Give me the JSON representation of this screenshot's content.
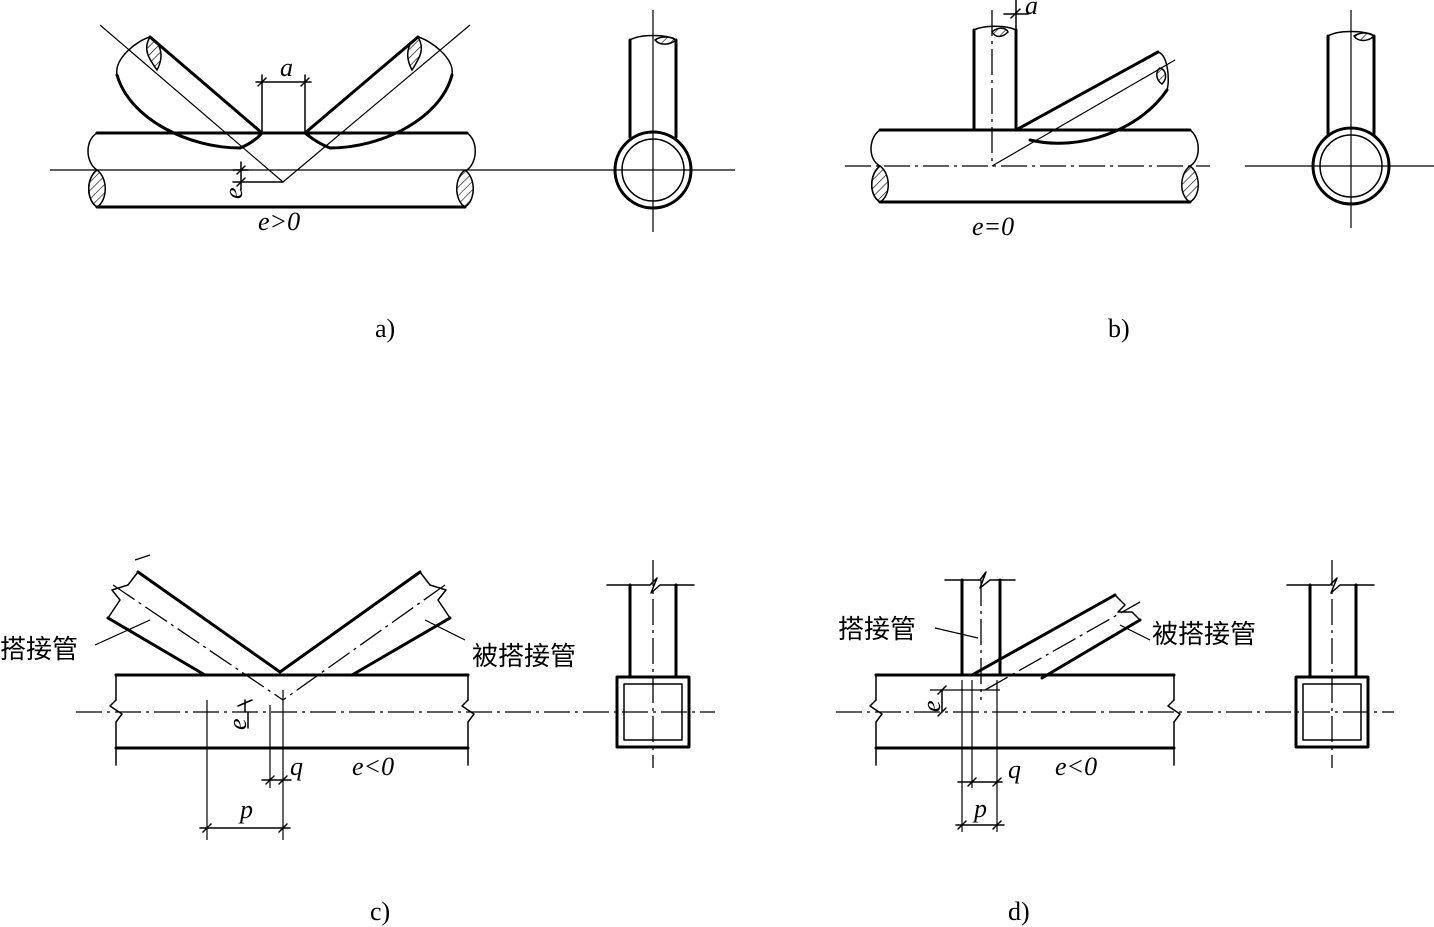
{
  "panels": {
    "a": {
      "caption": "a)",
      "dim_a": "a",
      "dim_e": "e",
      "condition": "e>0"
    },
    "b": {
      "caption": "b)",
      "dim_a": "a",
      "condition": "e=0"
    },
    "c": {
      "caption": "c)",
      "dim_e": "e",
      "dim_q": "q",
      "dim_p": "p",
      "condition": "e<0",
      "overlapping_member": "搭接管",
      "overlapped_member": "被搭接管"
    },
    "d": {
      "caption": "d)",
      "dim_e": "e",
      "dim_q": "q",
      "dim_p": "p",
      "condition": "e<0",
      "overlapping_member": "搭接管",
      "overlapped_member": "被搭接管"
    }
  }
}
